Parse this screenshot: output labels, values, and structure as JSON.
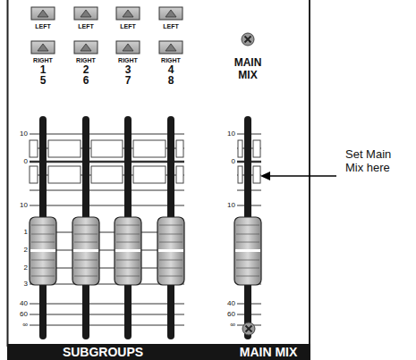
{
  "diagram": {
    "nodes": [
      {
        "text": [
          "SUBGROUPS",
          "MAIN MIX"
        ]
      }
    ],
    "labels": [
      "LEFT",
      "LEFT",
      "LEFT",
      "LEFT",
      "RIGHT",
      "RIGHT",
      "RIGHT",
      "RIGHT",
      "1",
      "2",
      "3",
      "4",
      "5",
      "6",
      "7",
      "8",
      "MAIN MIX",
      "10",
      "0",
      "10",
      "1",
      "2",
      "2",
      "3",
      "40",
      "60",
      "∞",
      "10",
      "0",
      "10",
      "40",
      "60",
      "∞",
      "Set Main Mix here"
    ]
  }
}
